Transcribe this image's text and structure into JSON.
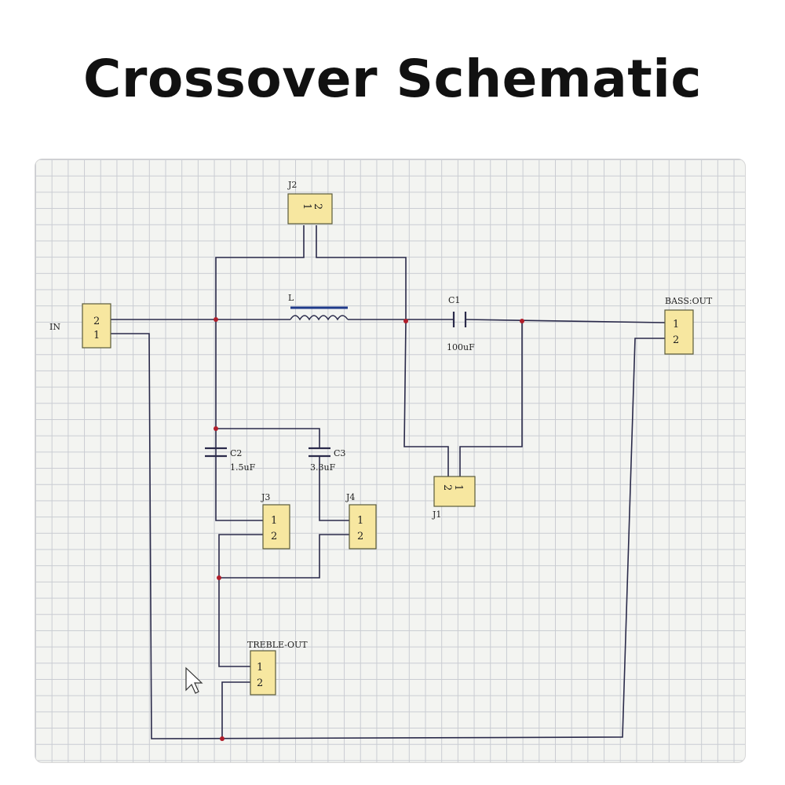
{
  "title": "Crossover Schematic",
  "components": {
    "in": {
      "ref": "IN",
      "pins": [
        "2",
        "1"
      ]
    },
    "j2": {
      "ref": "J2",
      "pins": [
        "1",
        "2"
      ]
    },
    "inductor": {
      "ref": "L"
    },
    "c1": {
      "ref": "C1",
      "value": "100uF"
    },
    "bass_out": {
      "ref": "BASS:OUT",
      "pins": [
        "1",
        "2"
      ]
    },
    "j1": {
      "ref": "J1",
      "pins": [
        "2",
        "1"
      ]
    },
    "c2": {
      "ref": "C2",
      "value": "1.5uF"
    },
    "c3": {
      "ref": "C3",
      "value": "3.3uF"
    },
    "j3": {
      "ref": "J3",
      "pins": [
        "1",
        "2"
      ]
    },
    "j4": {
      "ref": "J4",
      "pins": [
        "1",
        "2"
      ]
    },
    "treble_out": {
      "ref": "TREBLE-OUT",
      "pins": [
        "1",
        "2"
      ]
    }
  },
  "colors": {
    "grid": "#c9ccd2",
    "connector_fill": "#f7e7a0",
    "junction": "#b01d2a",
    "inductor_bar": "#1f3a8a"
  },
  "icons": [
    "mouse-cursor-icon"
  ]
}
